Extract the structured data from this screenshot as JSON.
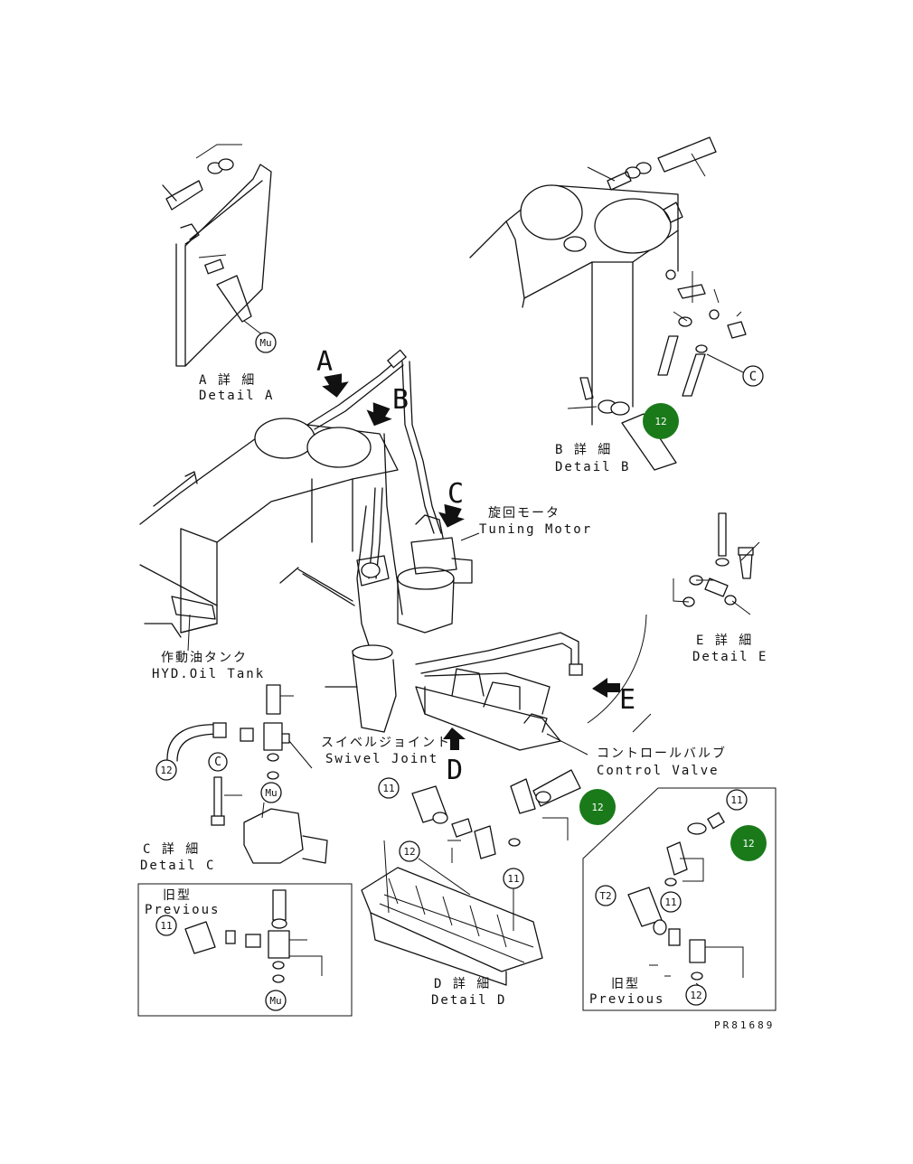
{
  "callouts": {
    "detail_a": {
      "jp": "A 詳 細",
      "en": "Detail A"
    },
    "detail_b": {
      "jp": "B 詳 細",
      "en": "Detail B"
    },
    "detail_c": {
      "jp": "C 詳 細",
      "en": "Detail C"
    },
    "detail_d": {
      "jp": "D 詳 細",
      "en": "Detail D"
    },
    "detail_e": {
      "jp": "E 詳 細",
      "en": "Detail E"
    },
    "turning_motor": {
      "jp": "旋回モータ",
      "en": "Tuning Motor"
    },
    "hyd_oil_tank": {
      "jp": "作動油タンク",
      "en": "HYD.Oil Tank"
    },
    "swivel_joint": {
      "jp": "スイベルジョイント",
      "en": "Swivel Joint"
    },
    "control_valve": {
      "jp": "コントロールバルブ",
      "en": "Control Valve"
    },
    "previous_left": {
      "jp": "旧型",
      "en": "Previous"
    },
    "previous_right": {
      "jp": "旧型",
      "en": "Previous"
    }
  },
  "view_letters": [
    "A",
    "B",
    "C",
    "D",
    "E"
  ],
  "part_numbers": {
    "p11": "11",
    "p12": "12",
    "pT2": "T2",
    "mu": "Mu"
  },
  "highlight": {
    "label": "12",
    "color": "#1a7a1a"
  },
  "drawing_code": "PR81689"
}
